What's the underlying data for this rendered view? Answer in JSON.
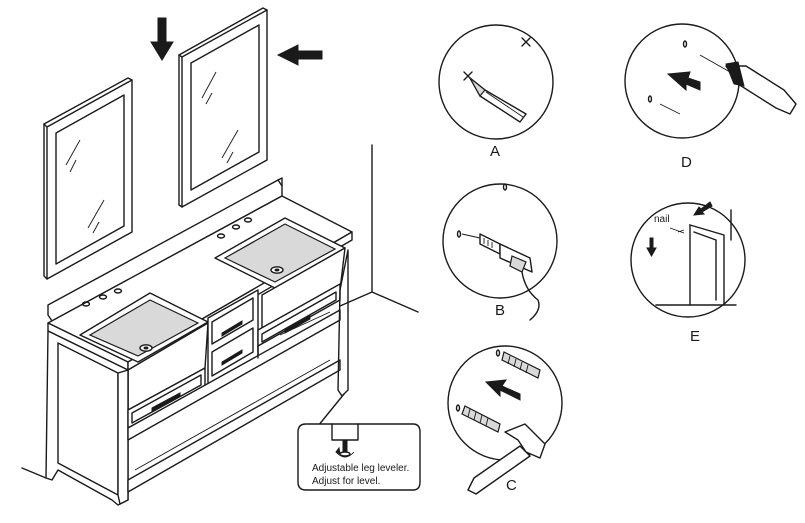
{
  "steps": {
    "a": "A",
    "b": "B",
    "c": "C",
    "d": "D",
    "e": "E"
  },
  "callouts": {
    "nail": "nail",
    "leveler_line1": "Adjustable leg leveler.",
    "leveler_line2": "Adjust for level."
  },
  "icons": [
    "arrow-down-icon",
    "arrow-left-icon",
    "pencil-icon",
    "drill-icon",
    "hammer-icon",
    "screwdriver-icon",
    "nail-icon"
  ]
}
